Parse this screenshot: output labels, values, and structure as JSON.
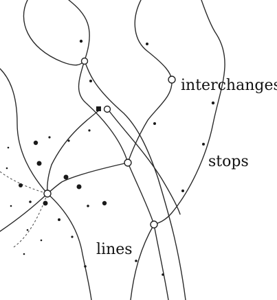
{
  "labels": {
    "interchanges": "interchanges",
    "stops": "stops",
    "lines": "lines"
  },
  "colors": {
    "ink": "#1a1a1a",
    "paper": "#ffffff"
  }
}
